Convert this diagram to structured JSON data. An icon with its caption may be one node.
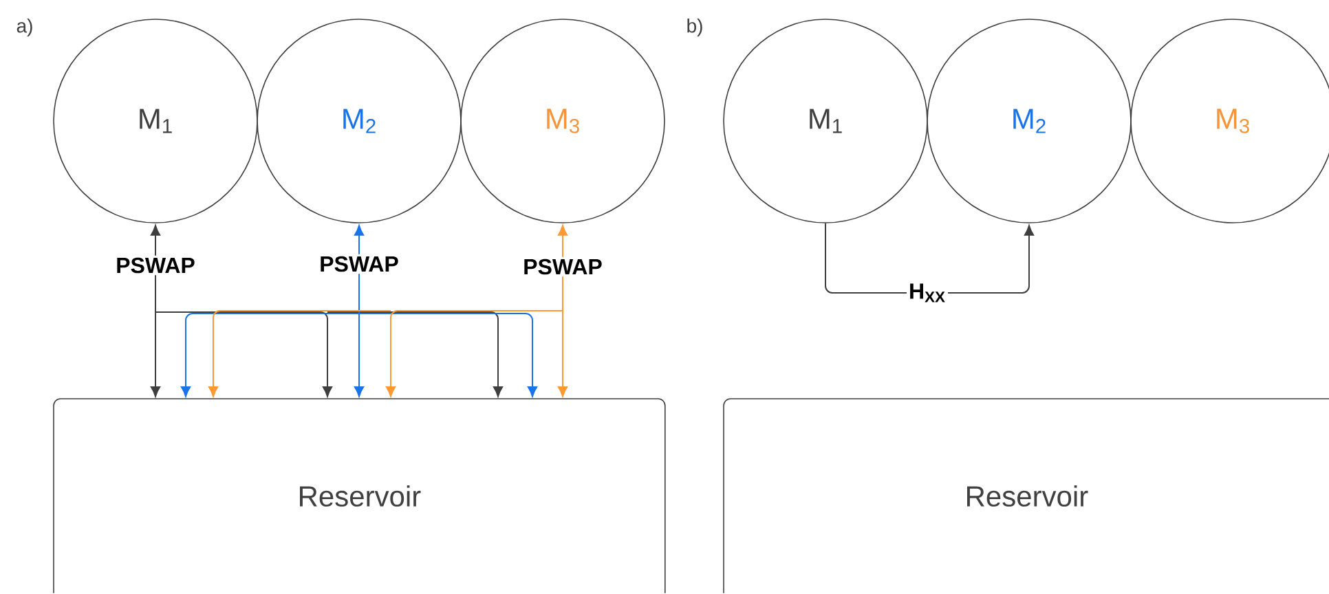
{
  "diagram": {
    "nodes": [
      {
        "text": [
          "M$_{1}$"
        ]
      },
      {
        "text": [
          "M$_{2}$"
        ]
      },
      {
        "text": [
          "M$_{3}$"
        ]
      },
      {
        "text": [
          "Reservoir"
        ]
      },
      {
        "text": [
          "M$_{1}$"
        ]
      },
      {
        "text": [
          "M$_{2}$"
        ]
      },
      {
        "text": [
          "M$_{3}$"
        ]
      },
      {
        "text": [
          "Reservoir"
        ]
      }
    ],
    "edges": [
      {
        "from": 0,
        "to": 3,
        "arrow": "both",
        "label": "PSWAP"
      },
      {
        "from": 1,
        "to": 3,
        "arrow": "both",
        "label": "PSWAP",
        "color": "#1a73e8"
      },
      {
        "from": 2,
        "to": 3,
        "arrow": "both",
        "label": "PSWAP",
        "color": "#ff9933"
      },
      {
        "from": 4,
        "to": 5,
        "arrow": "to",
        "label": "H$_{XX}$"
      }
    ],
    "labels": [
      "a)",
      "b)"
    ]
  }
}
